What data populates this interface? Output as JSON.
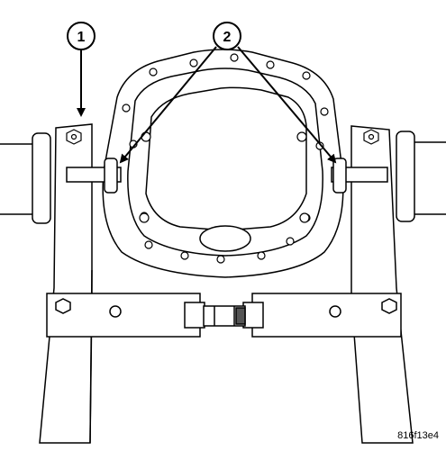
{
  "callouts": [
    {
      "number": "1"
    },
    {
      "number": "2"
    }
  ],
  "figure_id": "816f13e4"
}
